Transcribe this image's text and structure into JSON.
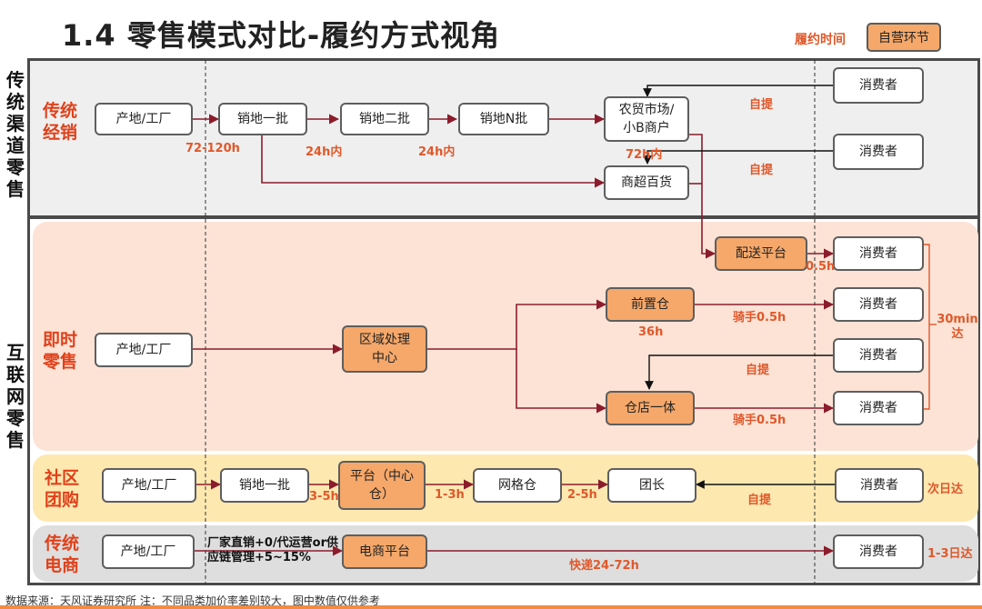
{
  "title": "1.4 零售模式对比-履约方式视角",
  "legend": {
    "time_label": "履约时间",
    "own_label": "自营环节"
  },
  "sections": {
    "traditional": "传统渠道零售",
    "internet": "互联网零售"
  },
  "rows": {
    "trad_dist": "传统经销",
    "instant": "即时零售",
    "community": "社区团购",
    "ecom": "传统电商"
  },
  "nodes": {
    "t_origin": "产地/工厂",
    "t_wh1": "销地一批",
    "t_wh2": "销地二批",
    "t_whn": "销地N批",
    "t_market": "农贸市场/小B商户",
    "t_super": "商超百货",
    "t_cons1": "消费者",
    "t_cons2": "消费者",
    "i_delivery": "配送平台",
    "i_cons1": "消费者",
    "i_origin": "产地/工厂",
    "i_hub": "区域处理中心",
    "i_front": "前置仓",
    "i_store": "仓店一体",
    "i_cons2": "消费者",
    "i_cons3": "消费者",
    "i_cons4": "消费者",
    "c_origin": "产地/工厂",
    "c_wh1": "销地一批",
    "c_platform": "平台（中心仓）",
    "c_grid": "网格仓",
    "c_leader": "团长",
    "c_cons": "消费者",
    "e_origin": "产地/工厂",
    "e_platform": "电商平台",
    "e_cons": "消费者"
  },
  "annotations": {
    "t_72_120": "72-120h",
    "t_24a": "24h内",
    "t_24b": "24h内",
    "t_72": "72h内",
    "t_pickup1": "自提",
    "t_pickup2": "自提",
    "i_05": "0.5h",
    "i_36": "36h",
    "i_rider1": "骑手0.5h",
    "i_pickup": "自提",
    "i_rider2": "骑手0.5h",
    "i_30min": "30min达",
    "c_35": "3-5h",
    "c_13": "1-3h",
    "c_25": "2-5h",
    "c_pickup": "自提",
    "c_nextday": "次日达",
    "e_direct": "厂家直销+0/代运营or供应链管理+5~15%",
    "e_express": "快递24-72h",
    "e_13day": "1-3日达"
  },
  "source_note": "数据来源：天风证券研究所   注：不同品类加价率差别较大，图中数值仅供参考",
  "colors": {
    "accent": "#e0582a",
    "own_fill": "#f5a86a",
    "arrow": "#8b1c2c",
    "instant_bg": "#fce3d6",
    "community_bg": "#fde8b0",
    "ecom_bg": "#dedede",
    "trad_bg": "#efefef"
  }
}
